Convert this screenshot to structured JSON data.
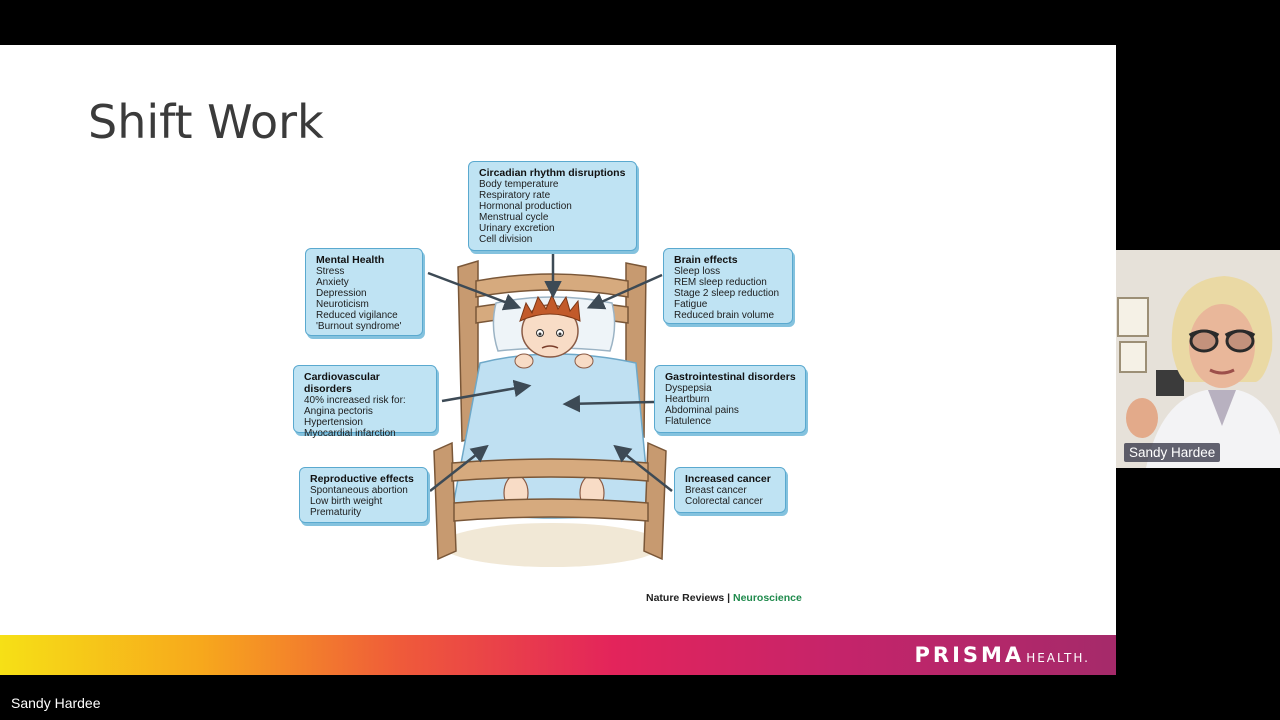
{
  "slide": {
    "title": "Shift Work",
    "credit_source": "Nature Reviews",
    "credit_separator": "|",
    "credit_journal": "Neuroscience"
  },
  "diagram": {
    "boxes": {
      "circadian": {
        "title": "Circadian rhythm disruptions",
        "items": [
          "Body temperature",
          "Respiratory rate",
          "Hormonal production",
          "Menstrual cycle",
          "Urinary excretion",
          "Cell division"
        ]
      },
      "mental": {
        "title": "Mental Health",
        "items": [
          "Stress",
          "Anxiety",
          "Depression",
          "Neuroticism",
          "Reduced vigilance",
          "'Burnout syndrome'"
        ]
      },
      "brain": {
        "title": "Brain effects",
        "items": [
          "Sleep loss",
          "REM sleep reduction",
          "Stage 2 sleep reduction",
          "Fatigue",
          "Reduced brain volume"
        ]
      },
      "cardio": {
        "title": "Cardiovascular disorders",
        "items": [
          "40% increased risk for:",
          "Angina pectoris",
          "Hypertension",
          "Myocardial infarction"
        ]
      },
      "gastro": {
        "title": "Gastrointestinal disorders",
        "items": [
          "Dyspepsia",
          "Heartburn",
          "Abdominal pains",
          "Flatulence"
        ]
      },
      "repro": {
        "title": "Reproductive effects",
        "items": [
          "Spontaneous abortion",
          "Low birth weight",
          "Prematurity"
        ]
      },
      "cancer": {
        "title": "Increased cancer",
        "items": [
          "Breast cancer",
          "Colorectal cancer"
        ]
      }
    }
  },
  "brand": {
    "name_primary": "PRISMA",
    "name_secondary": "HEALTH."
  },
  "participant": {
    "name": "Sandy Hardee"
  },
  "presenter": {
    "name": "Sandy Hardee"
  },
  "colors": {
    "box_fill": "#bfe3f3",
    "box_border": "#5aa9cf",
    "credit_green": "#1f8a4c"
  }
}
